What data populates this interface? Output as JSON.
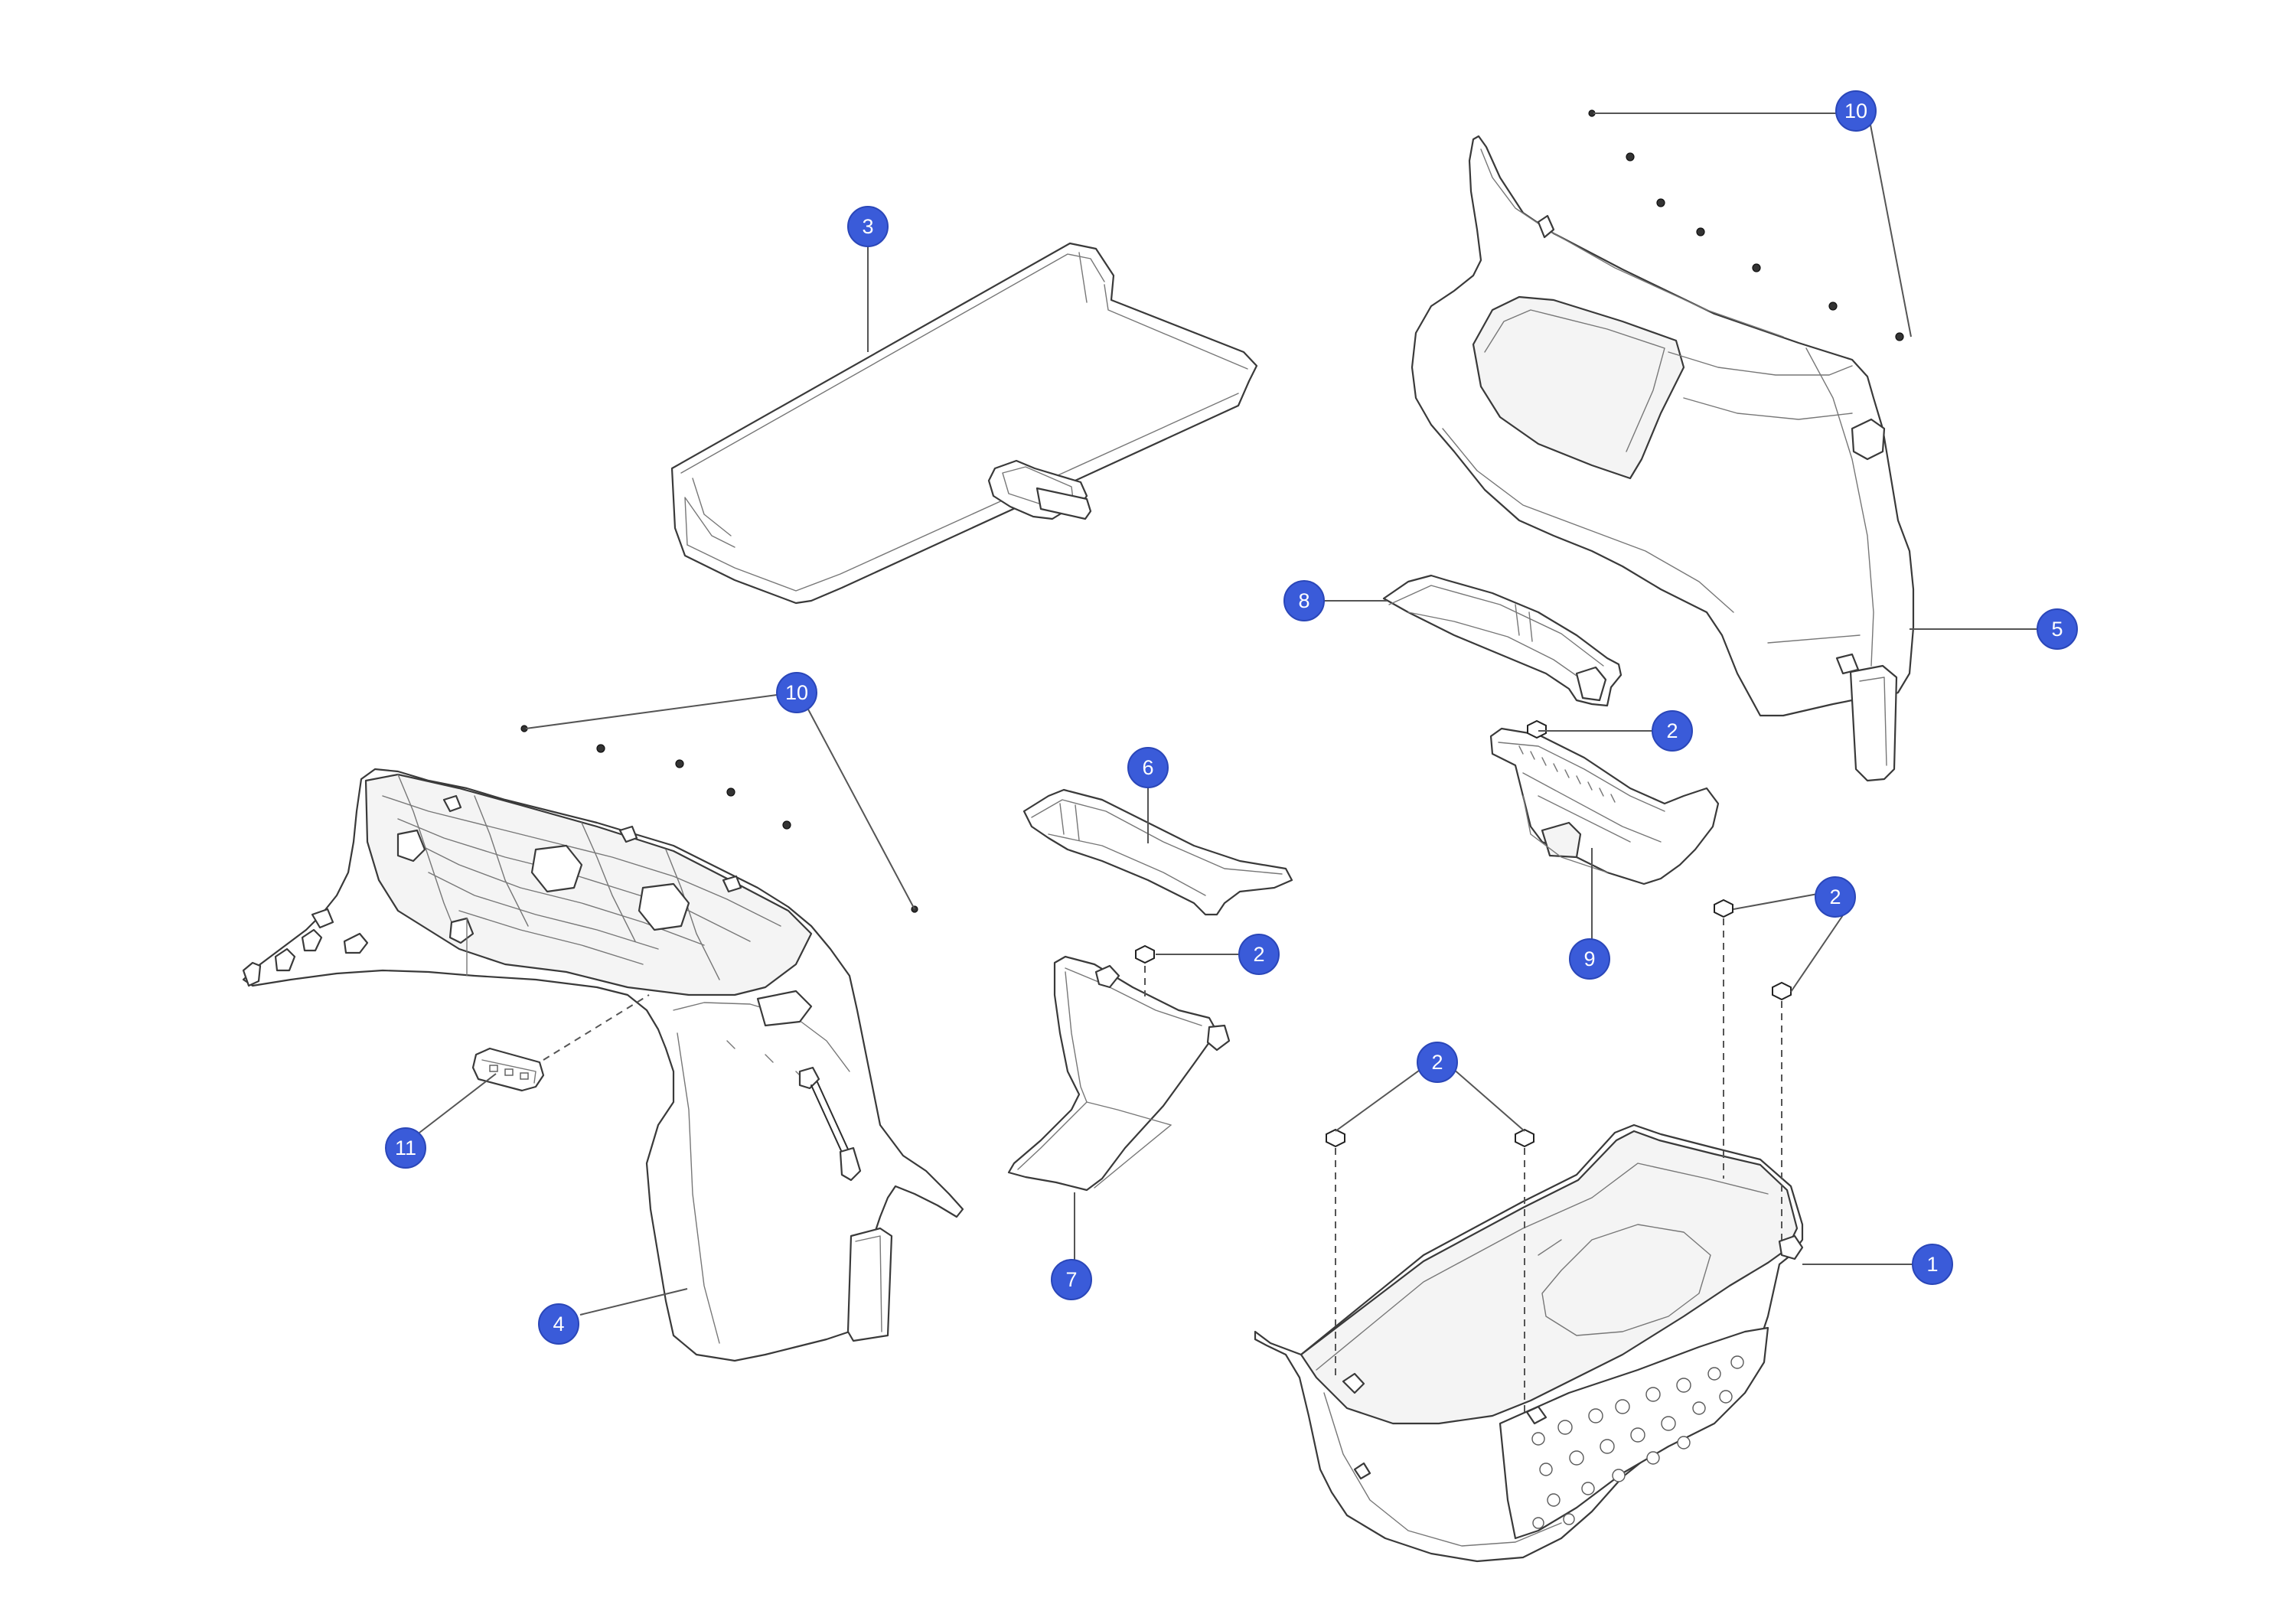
{
  "colors": {
    "callout_fill": "#3a5bd9",
    "callout_text": "#ffffff",
    "line_art": "#3a3a3a"
  },
  "callouts": [
    {
      "id": "c3",
      "label": "3"
    },
    {
      "id": "c10a",
      "label": "10"
    },
    {
      "id": "c5",
      "label": "5"
    },
    {
      "id": "c8",
      "label": "8"
    },
    {
      "id": "c2a",
      "label": "2"
    },
    {
      "id": "c10b",
      "label": "10"
    },
    {
      "id": "c6",
      "label": "6"
    },
    {
      "id": "c9",
      "label": "9"
    },
    {
      "id": "c2b",
      "label": "2"
    },
    {
      "id": "c2c",
      "label": "2"
    },
    {
      "id": "c2d",
      "label": "2"
    },
    {
      "id": "c11",
      "label": "11"
    },
    {
      "id": "c1",
      "label": "1"
    },
    {
      "id": "c7",
      "label": "7"
    },
    {
      "id": "c4",
      "label": "4"
    }
  ]
}
